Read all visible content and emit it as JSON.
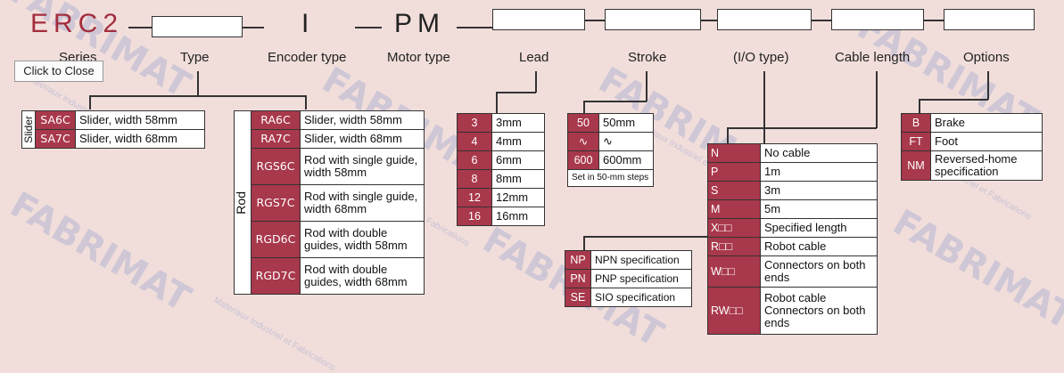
{
  "header": {
    "series_code": "ERC2",
    "type_sep": "I",
    "motor_code": "PM",
    "dash": "–"
  },
  "labels": {
    "series": "Series",
    "type": "Type",
    "encoder": "Encoder type",
    "motor": "Motor type",
    "lead": "Lead",
    "stroke": "Stroke",
    "io": "(I/O type)",
    "cable": "Cable length",
    "options": "Options"
  },
  "tooltip": "Click to Close",
  "slider": {
    "group": "Slider",
    "rows": [
      {
        "code": "SA6C",
        "desc": "Slider, width 58mm"
      },
      {
        "code": "SA7C",
        "desc": "Slider, width 68mm"
      }
    ]
  },
  "rod": {
    "group": "Rod",
    "rows": [
      {
        "code": "RA6C",
        "desc": "Slider, width 58mm"
      },
      {
        "code": "RA7C",
        "desc": "Slider, width 68mm"
      },
      {
        "code": "RGS6C",
        "desc": "Rod with single guide, width 58mm"
      },
      {
        "code": "RGS7C",
        "desc": "Rod with single guide, width 68mm"
      },
      {
        "code": "RGD6C",
        "desc": "Rod with double guides, width 58mm"
      },
      {
        "code": "RGD7C",
        "desc": "Rod with double guides, width 68mm"
      }
    ]
  },
  "lead": [
    {
      "code": "3",
      "desc": "3mm"
    },
    {
      "code": "4",
      "desc": "4mm"
    },
    {
      "code": "6",
      "desc": "6mm"
    },
    {
      "code": "8",
      "desc": "8mm"
    },
    {
      "code": "12",
      "desc": "12mm"
    },
    {
      "code": "16",
      "desc": "16mm"
    }
  ],
  "stroke": {
    "rows": [
      {
        "code": "50",
        "desc": "50mm"
      },
      {
        "code": "∿",
        "desc": "∿"
      },
      {
        "code": "600",
        "desc": "600mm"
      }
    ],
    "note": "Set in 50-mm steps"
  },
  "io": [
    {
      "code": "NP",
      "desc": "NPN specification"
    },
    {
      "code": "PN",
      "desc": "PNP specification"
    },
    {
      "code": "SE",
      "desc": "SIO specification"
    }
  ],
  "cable": [
    {
      "code": "N",
      "desc": "No cable"
    },
    {
      "code": "P",
      "desc": "1m"
    },
    {
      "code": "S",
      "desc": "3m"
    },
    {
      "code": "M",
      "desc": "5m"
    },
    {
      "code": "X□□",
      "desc": "Specified length"
    },
    {
      "code": "R□□",
      "desc": "Robot cable"
    },
    {
      "code": "W□□",
      "desc": "Connectors on both ends"
    },
    {
      "code": "RW□□",
      "desc": "Robot cable Connectors on both ends"
    }
  ],
  "options": [
    {
      "code": "B",
      "desc": "Brake"
    },
    {
      "code": "FT",
      "desc": "Foot"
    },
    {
      "code": "NM",
      "desc": "Reversed-home specification"
    }
  ],
  "watermark": {
    "brand": "FABRIMAT",
    "sub": "Materiaux Industriel et Fabrications"
  },
  "colors": {
    "code_bg": "#a8384b",
    "background": "#f1dedb"
  }
}
